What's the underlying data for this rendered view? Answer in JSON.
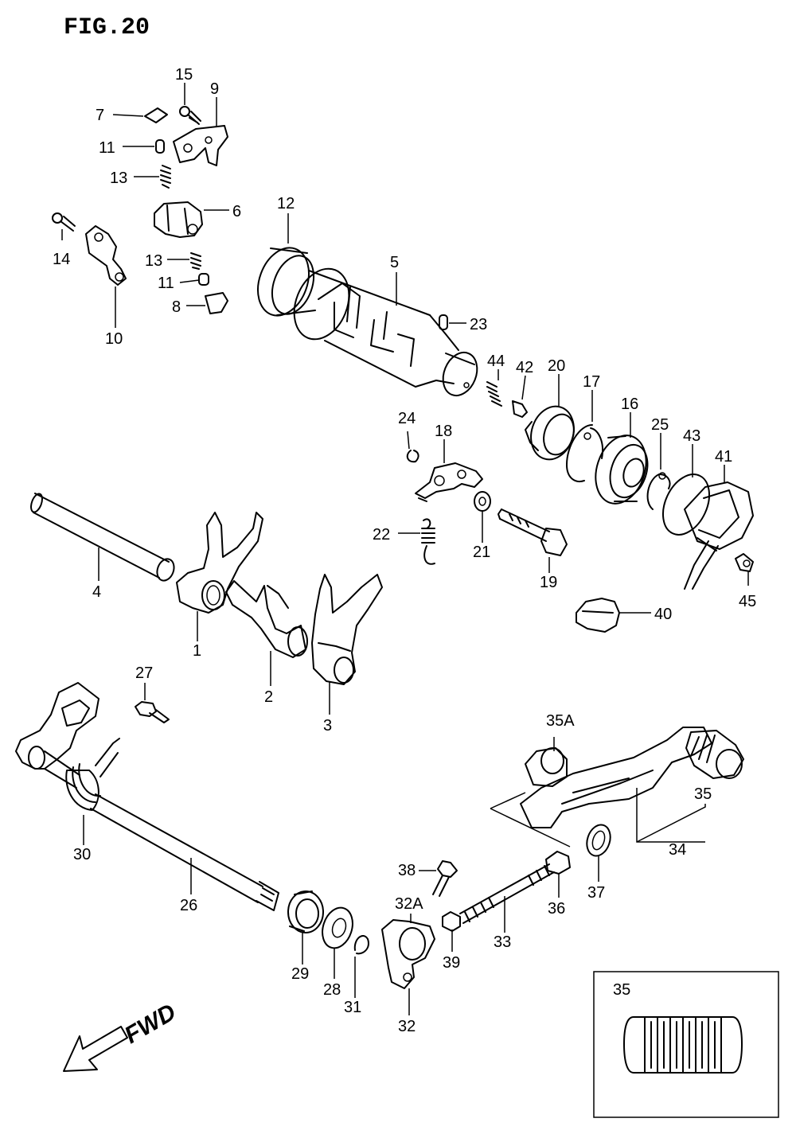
{
  "figure": {
    "title": "FIG.20",
    "direction_label": "FWD"
  },
  "callouts": {
    "c1": "1",
    "c2": "2",
    "c3": "3",
    "c4": "4",
    "c5": "5",
    "c6": "6",
    "c7": "7",
    "c8": "8",
    "c9": "9",
    "c10": "10",
    "c11a": "11",
    "c11b": "11",
    "c12": "12",
    "c13a": "13",
    "c13b": "13",
    "c14": "14",
    "c15": "15",
    "c16": "16",
    "c17": "17",
    "c18": "18",
    "c19": "19",
    "c20": "20",
    "c21": "21",
    "c22": "22",
    "c23": "23",
    "c24": "24",
    "c25": "25",
    "c26": "26",
    "c27": "27",
    "c28": "28",
    "c29": "29",
    "c30": "30",
    "c31": "31",
    "c32": "32",
    "c32a": "32A",
    "c33": "33",
    "c34": "34",
    "c35": "35",
    "c35a": "35A",
    "c36": "36",
    "c37": "37",
    "c38": "38",
    "c39": "39",
    "c40": "40",
    "c41": "41",
    "c42": "42",
    "c43": "43",
    "c44": "44",
    "c45": "45"
  },
  "inset": {
    "label": "35"
  }
}
